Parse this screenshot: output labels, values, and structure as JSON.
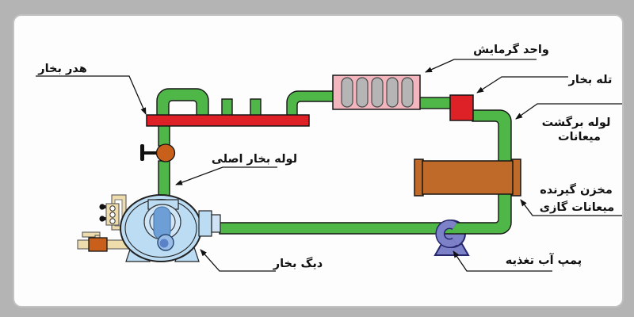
{
  "labels": {
    "steam_header": "هدر بخار",
    "heating_unit": "واحد گرمایش",
    "steam_trap": "تله بخار",
    "condensate_return_1": "لوله برگشت",
    "condensate_return_2": "میعانات",
    "receiver_tank_1": "مخزن گیرنده",
    "receiver_tank_2": "میعانات گازی",
    "feed_water_pump": "پمپ آب تغذیه",
    "main_steam_pipe": "لوله بخار اصلی",
    "steam_boiler": "دیگ بخار"
  },
  "colors": {
    "frame_gray": "#b4b4b4",
    "pipe_green": "#4eb748",
    "red": "#de2126",
    "radiator_pink": "#f3b6be",
    "slot_gray": "#b5b5b5",
    "tank_brown": "#c06a2a",
    "pump_purple": "#7c81c8",
    "boiler_blue": "#bcdcf4",
    "furnace_ring": "#cfe6f8",
    "flame_blue": "#6d9ed6",
    "cream": "#eedcac",
    "valve_orange": "#c8601c"
  }
}
